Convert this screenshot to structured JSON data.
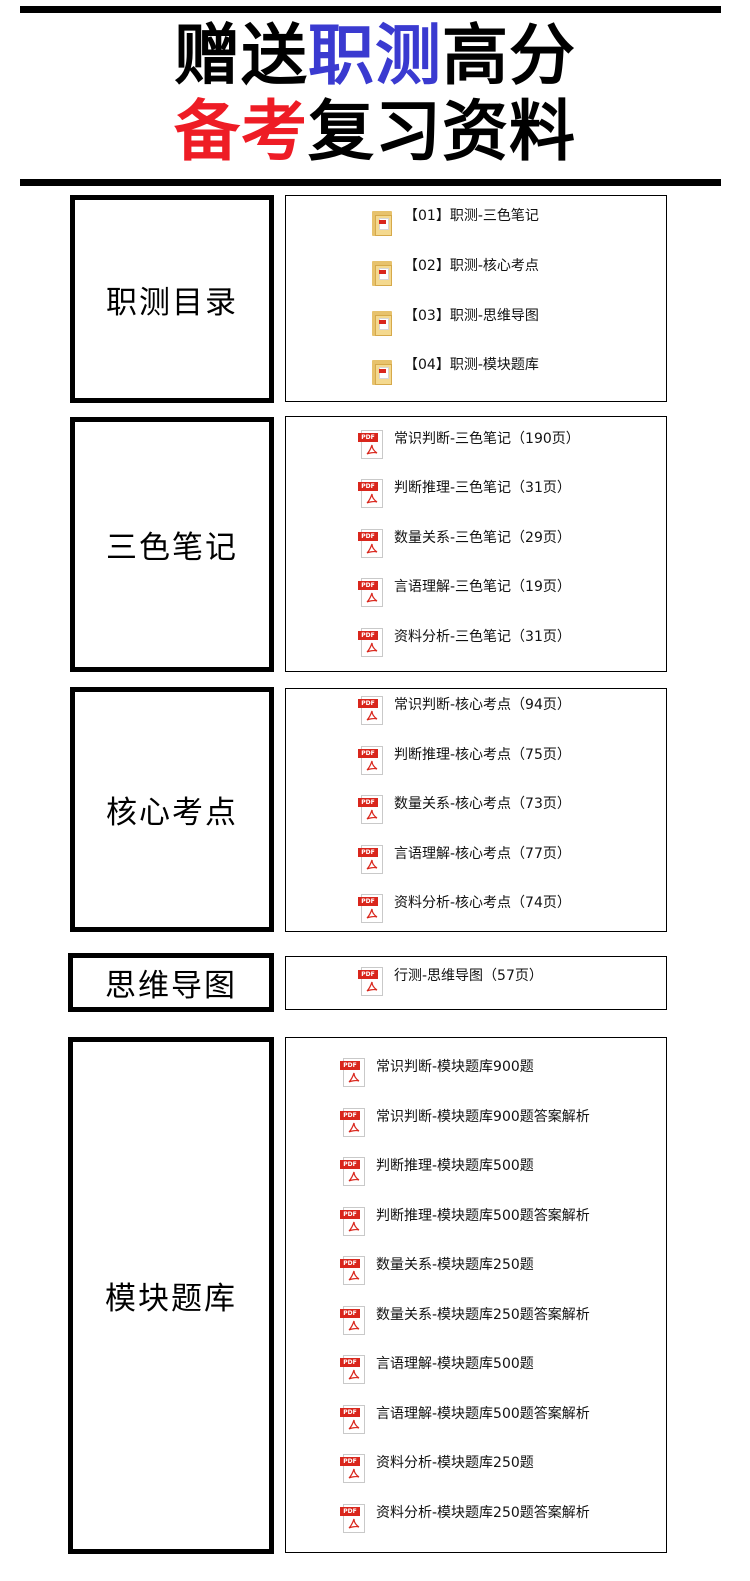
{
  "header": {
    "line1": [
      {
        "text": "赠送",
        "color": "#000000"
      },
      {
        "text": "职测",
        "color": "#3a3ad0"
      },
      {
        "text": "高分",
        "color": "#000000"
      }
    ],
    "line2": [
      {
        "text": "备考",
        "color": "#ee1c25"
      },
      {
        "text": "复习资料",
        "color": "#000000"
      }
    ]
  },
  "sections": [
    {
      "label": "职测目录",
      "icon": "folder-icon",
      "items": [
        "【01】职测-三色笔记",
        "【02】职测-核心考点",
        "【03】职测-思维导图",
        "【04】职测-模块题库"
      ]
    },
    {
      "label": "三色笔记",
      "icon": "pdf-icon",
      "items": [
        "常识判断-三色笔记（190页）",
        "判断推理-三色笔记（31页）",
        "数量关系-三色笔记（29页）",
        "言语理解-三色笔记（19页）",
        "资料分析-三色笔记（31页）"
      ]
    },
    {
      "label": "核心考点",
      "icon": "pdf-icon",
      "items": [
        "常识判断-核心考点（94页）",
        "判断推理-核心考点（75页）",
        "数量关系-核心考点（73页）",
        "言语理解-核心考点（77页）",
        "资料分析-核心考点（74页）"
      ]
    },
    {
      "label": "思维导图",
      "icon": "pdf-icon",
      "items": [
        "行测-思维导图（57页）"
      ]
    },
    {
      "label": "模块题库",
      "icon": "pdf-icon",
      "items": [
        "常识判断-模块题库900题",
        "常识判断-模块题库900题答案解析",
        "判断推理-模块题库500题",
        "判断推理-模块题库500题答案解析",
        "数量关系-模块题库250题",
        "数量关系-模块题库250题答案解析",
        "言语理解-模块题库500题",
        "言语理解-模块题库500题答案解析",
        "资料分析-模块题库250题",
        "资料分析-模块题库250题答案解析"
      ]
    }
  ],
  "pdf_icon_label": "PDF"
}
